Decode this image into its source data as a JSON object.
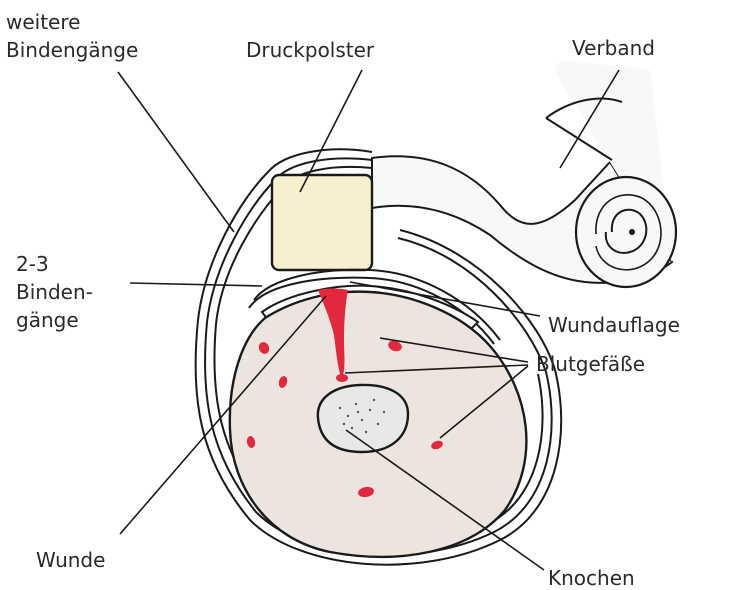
{
  "labels": {
    "weitere_1": "weitere",
    "weitere_2": "Bindengänge",
    "druckpolster": "Druckpolster",
    "verband": "Verband",
    "gaenge_1": "2-3",
    "gaenge_2": "Binden-",
    "gaenge_3": "gänge",
    "wundauflage": "Wundauflage",
    "blutgefaesse": "Blutgefäße",
    "wunde": "Wunde",
    "knochen": "Knochen"
  },
  "colors": {
    "tissue": "#ece4df",
    "pad": "#f6f0cf",
    "blood": "#e2283c",
    "bone": "#e8e8e6",
    "outline": "#1a1a1a"
  }
}
